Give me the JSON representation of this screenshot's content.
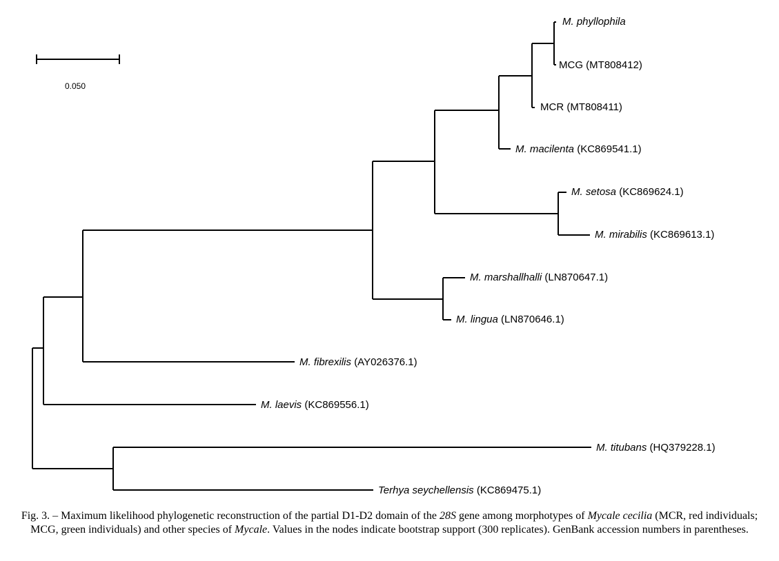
{
  "scale_bar": {
    "label": "0.050"
  },
  "taxa": [
    {
      "id": "phyllophila",
      "name": "M. phyllophila",
      "accession": ""
    },
    {
      "id": "mcg",
      "name": "MCG",
      "accession": "(MT808412)",
      "name_italic": false
    },
    {
      "id": "mcr",
      "name": "MCR",
      "accession": "(MT808411)",
      "name_italic": false
    },
    {
      "id": "macilenta",
      "name": "M. macilenta",
      "accession": "(KC869541.1)"
    },
    {
      "id": "setosa",
      "name": "M. setosa",
      "accession": "(KC869624.1)"
    },
    {
      "id": "mirabilis",
      "name": "M. mirabilis",
      "accession": "(KC869613.1)"
    },
    {
      "id": "marshallhalli",
      "name": "M. marshallhalli",
      "accession": "(LN870647.1)"
    },
    {
      "id": "lingua",
      "name": "M. lingua",
      "accession": "(LN870646.1)"
    },
    {
      "id": "fibrexilis",
      "name": "M. fibrexilis",
      "accession": "(AY026376.1)"
    },
    {
      "id": "laevis",
      "name": "M. laevis",
      "accession": "(KC869556.1)"
    },
    {
      "id": "titubans",
      "name": "M. titubans",
      "accession": "(HQ379228.1)"
    },
    {
      "id": "terhya",
      "name": "Terhya seychellensis",
      "accession": "(KC869475.1)"
    }
  ],
  "caption": {
    "part1": "Fig. 3. – Maximum likelihood phylogenetic reconstruction of the partial D1-D2 domain of the ",
    "gene": "28S",
    "part2": " gene among morphotypes of ",
    "species": "Mycale cecilia",
    "part3": " (MCR, red individuals; MCG, green individuals) and other species of ",
    "genus": "Mycale",
    "part4": ". Values in the nodes indicate bootstrap support (300 replicates). GenBank accession numbers in parentheses."
  }
}
